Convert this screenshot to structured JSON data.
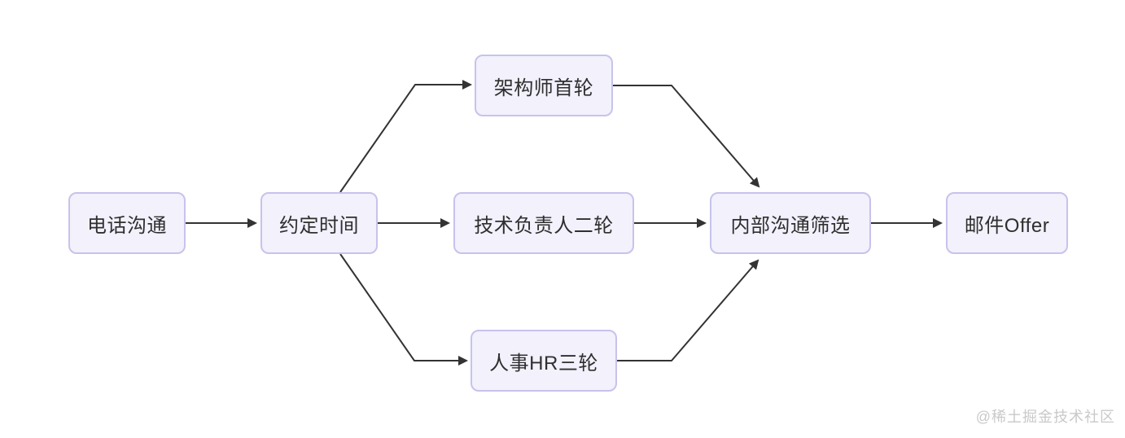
{
  "diagram": {
    "type": "flowchart",
    "direction": "left-to-right",
    "nodes": [
      {
        "id": "phone",
        "label": "电话沟通"
      },
      {
        "id": "schedule",
        "label": "约定时间"
      },
      {
        "id": "architect",
        "label": "架构师首轮"
      },
      {
        "id": "techlead",
        "label": "技术负责人二轮"
      },
      {
        "id": "hr",
        "label": "人事HR三轮"
      },
      {
        "id": "internal",
        "label": "内部沟通筛选"
      },
      {
        "id": "offer",
        "label": "邮件Offer"
      }
    ],
    "edges": [
      {
        "from": "电话沟通",
        "to": "约定时间"
      },
      {
        "from": "约定时间",
        "to": "架构师首轮"
      },
      {
        "from": "约定时间",
        "to": "技术负责人二轮"
      },
      {
        "from": "约定时间",
        "to": "人事HR三轮"
      },
      {
        "from": "架构师首轮",
        "to": "内部沟通筛选"
      },
      {
        "from": "技术负责人二轮",
        "to": "内部沟通筛选"
      },
      {
        "from": "人事HR三轮",
        "to": "内部沟通筛选"
      },
      {
        "from": "内部沟通筛选",
        "to": "邮件Offer"
      }
    ],
    "colors": {
      "node_fill": "#f2f1fc",
      "node_border": "#c7c3ec",
      "edge": "#333333",
      "text": "#2f2f2f"
    }
  },
  "watermark": {
    "text": "@稀土掘金技术社区",
    "color": "#c9c9c9"
  }
}
